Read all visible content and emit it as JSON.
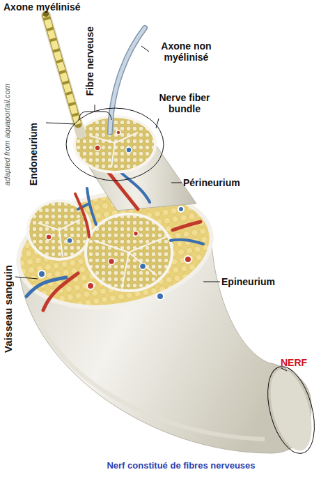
{
  "diagram": {
    "caption": "Nerf constitué de fibres nerveuses",
    "labels": [
      "Axone myélinisé",
      "Fibre nerveuse",
      "Axone non myélinisé",
      "Endoneurium",
      "Nerve fiber bundle",
      "Périneurium",
      "Vaisseau sanguin",
      "Epineurium",
      "NERF",
      "adapted from aquaportail.com"
    ]
  }
}
